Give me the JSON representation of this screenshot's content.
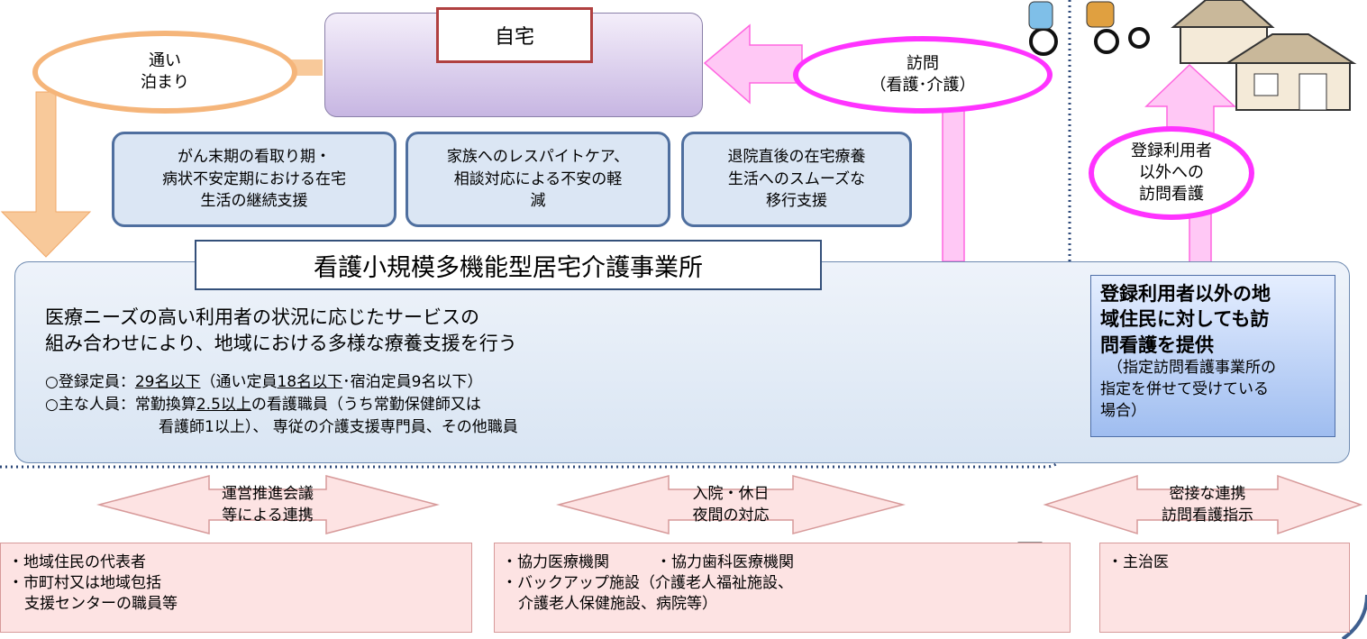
{
  "home": {
    "label": "自宅"
  },
  "commute_oval": {
    "line1": "通い",
    "line2": "泊まり"
  },
  "visit_oval": {
    "line1": "訪問",
    "line2": "（看護･介護）"
  },
  "registered_oval": {
    "line1": "登録利用者",
    "line2": "以外への",
    "line3": "訪問看護"
  },
  "features": [
    {
      "line1": "がん末期の看取り期・",
      "line2": "病状不安定期における在宅",
      "line3": "生活の継続支援"
    },
    {
      "line1": "家族へのレスパイトケア、",
      "line2": "相談対応による不安の軽",
      "line3": "減"
    },
    {
      "line1": "退院直後の在宅療養",
      "line2": "生活へのスムーズな",
      "line3": "移行支援"
    }
  ],
  "main": {
    "title": "看護小規模多機能型居宅介護事業所",
    "lead1": "医療ニーズの高い利用者の状況に応じたサービスの",
    "lead2": "組み合わせにより、地域における多様な療養支援を行う",
    "capacity": {
      "prefix": "○登録定員：",
      "u1": "29名以下",
      "mid": "（通い定員",
      "u2": "18名以下",
      "suffix": "･宿泊定員9名以下）"
    },
    "staff1": {
      "prefix": "○主な人員：常勤換算",
      "u": "2.5以上",
      "suffix": "の看護職員（うち常勤保健師又は"
    },
    "staff2": "看護師1以上）、 専従の介護支援専門員、その他職員"
  },
  "side": {
    "big1": "登録利用者以外の地",
    "big2": "域住民に対しても訪",
    "big3": "問看護を提供",
    "small1": "（指定訪問看護事業所の",
    "small2": "指定を併せて受けている",
    "small3": "場合）"
  },
  "arrows": [
    {
      "line1": "運営推進会議",
      "line2": "等による連携"
    },
    {
      "line1": "入院・休日",
      "line2": "夜間の対応"
    },
    {
      "line1": "密接な連携",
      "line2": "訪問看護指示"
    }
  ],
  "bottom_left": {
    "item1": "・地域住民の代表者",
    "item2": "・市町村又は地域包括",
    "item3": "支援センターの職員等"
  },
  "bottom_mid": {
    "item1a": "・協力医療機関",
    "item1b": "・協力歯科医療機関",
    "item2": "・バックアップ施設（介護老人福祉施設、",
    "item3": "介護老人保健施設、病院等）"
  },
  "bottom_right": {
    "item1": "・主治医"
  },
  "colors": {
    "orange": "#f5b57a",
    "pink": "#ff33ff",
    "pink_fill": "#ffc8f5",
    "blue_panel": "#dbe6f4",
    "purple_panel": "#c7b6e2",
    "bottom_pink": "#fde3e3",
    "dot_line": "#2e4a7a"
  }
}
